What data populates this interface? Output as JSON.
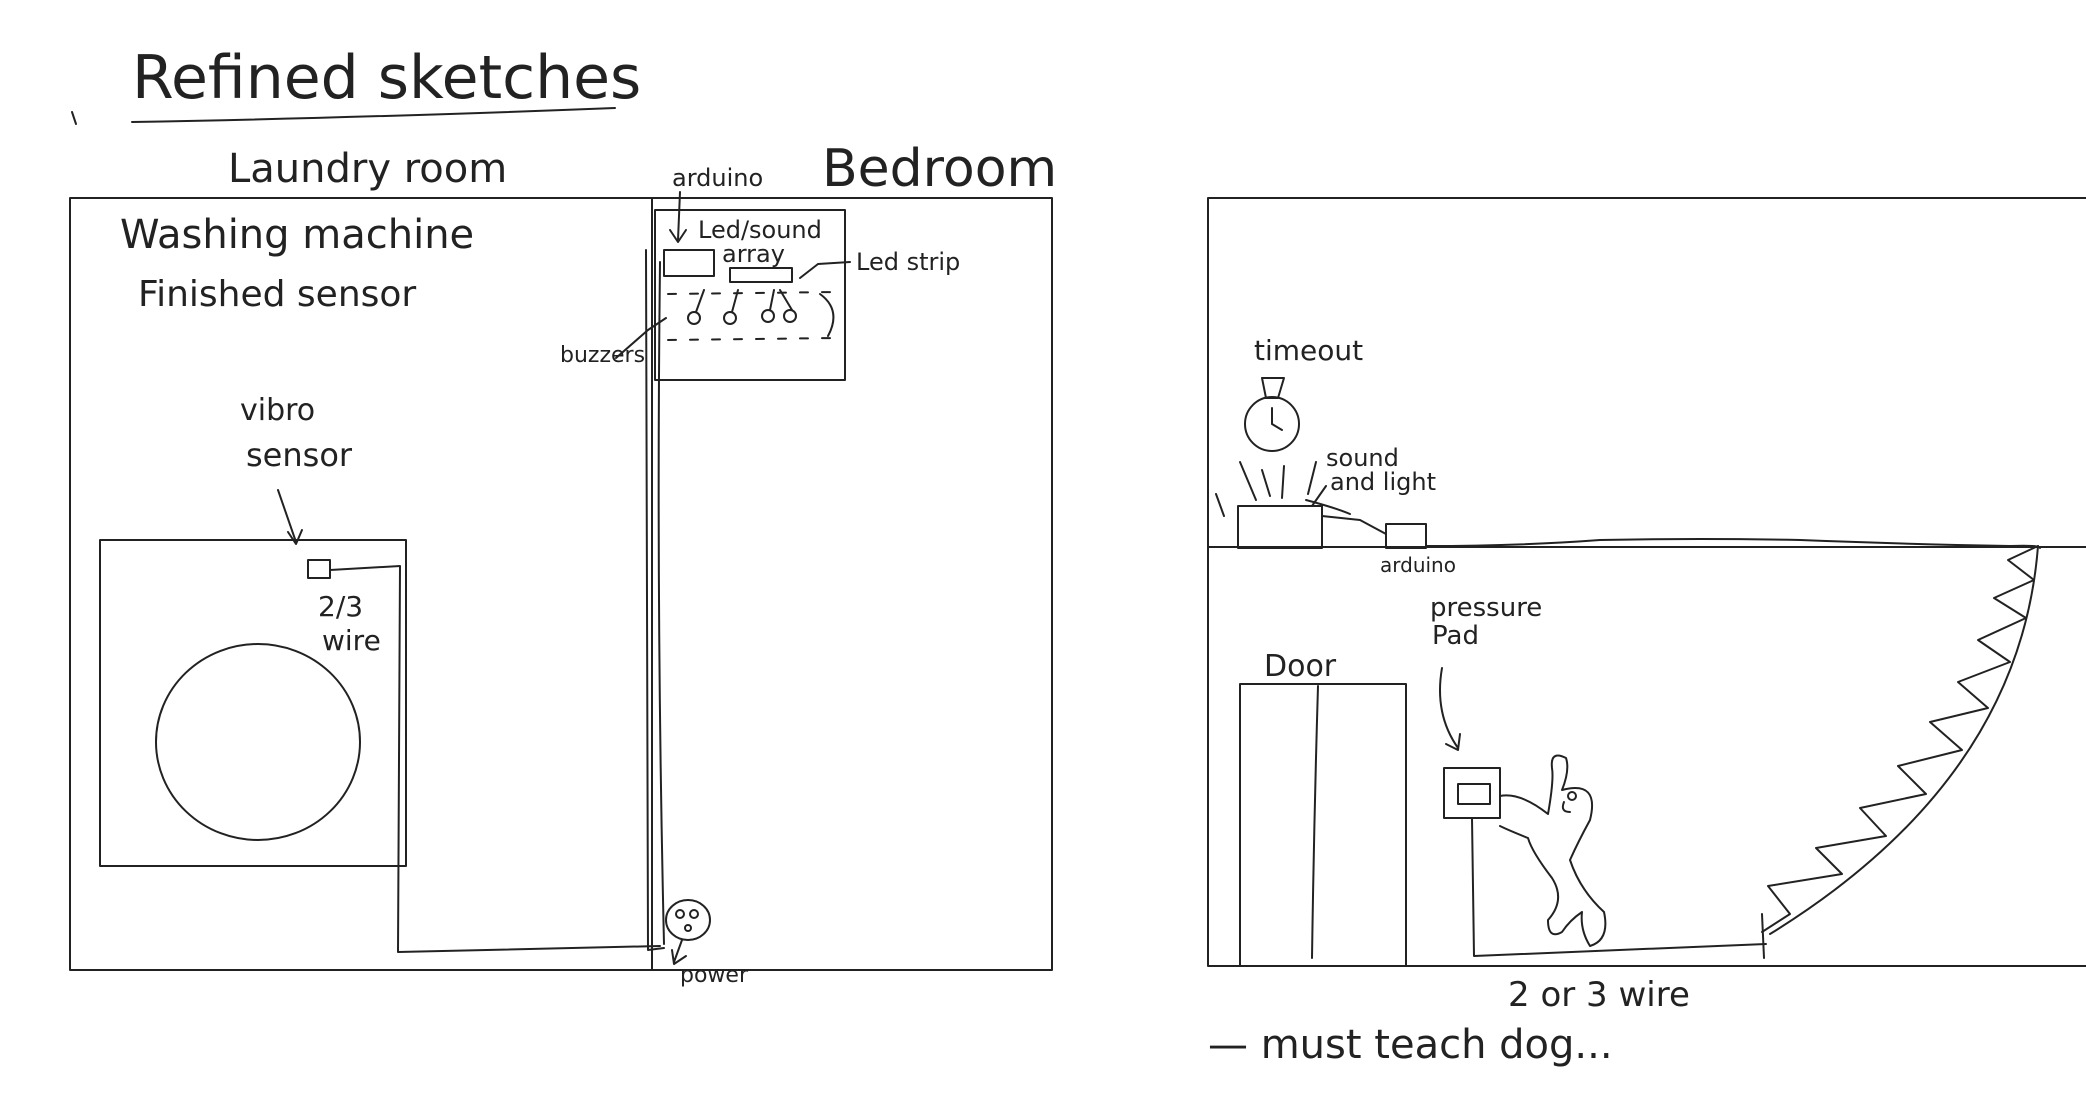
{
  "title": "Refined sketches",
  "left_sketch": {
    "laundry_room_label": "Laundry room",
    "bedroom_label": "Bedroom",
    "washing_machine_line1": "Washing machine",
    "washing_machine_line2": "Finished sensor",
    "vibro_sensor_line1": "vibro",
    "vibro_sensor_line2": "sensor",
    "wire_line1": "2/3",
    "wire_line2": "wire",
    "arduino_label": "arduino",
    "led_sound_line1": "Led/sound",
    "led_sound_line2": "array",
    "led_strip_label": "Led strip",
    "buzzers_label": "buzzers",
    "power_label": "power"
  },
  "right_sketch": {
    "timeout_label": "timeout",
    "sound_light_line1": "sound",
    "sound_light_line2": "and light",
    "arduino_label": "arduino",
    "pressure_pad_line1": "pressure",
    "pressure_pad_line2": "Pad",
    "door_label": "Door",
    "wire_caption": "2 or 3 wire",
    "note": "— must teach dog..."
  },
  "colors": {
    "ink": "#222222",
    "background": "#ffffff"
  }
}
